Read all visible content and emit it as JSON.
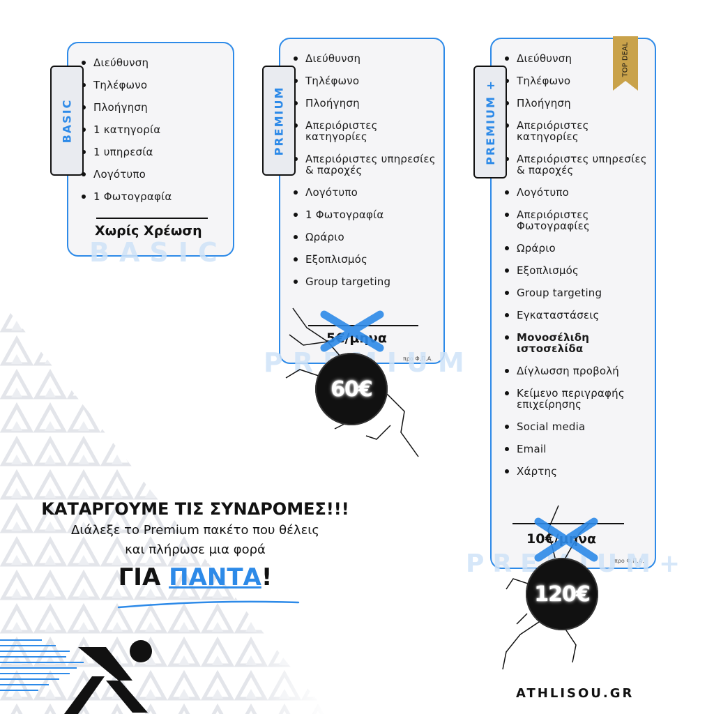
{
  "plans": [
    {
      "tag": "BASIC",
      "ghost": "BASIC",
      "features": [
        "Διεύθυνση",
        "Τηλέφωνο",
        "Πλοήγηση",
        "1 κατηγορία",
        "1 υπηρεσία",
        "Λογότυπο",
        "1 Φωτογραφία"
      ],
      "price": "Χωρίς Χρέωση"
    },
    {
      "tag": "PREMIUM",
      "ghost": "PREMIUM",
      "features": [
        "Διεύθυνση",
        "Τηλέφωνο",
        "Πλοήγηση",
        "Απεριόριστες κατηγορίες",
        "Απεριόριστες υπηρεσίες & παροχές",
        "Λογότυπο",
        "1 Φωτογραφία",
        "Ωράριο",
        "Εξοπλισμός",
        "Group targeting"
      ],
      "old_price": "5€/μηνα",
      "vat": "προ Φ.Π.Α.",
      "new_price": "60€"
    },
    {
      "tag": "PREMIUM +",
      "ghost": "PREMIUM+",
      "badge": "TOP DEAL",
      "features": [
        "Διεύθυνση",
        "Τηλέφωνο",
        "Πλοήγηση",
        "Απεριόριστες κατηγορίες",
        "Απεριόριστες υπηρεσίες & παροχές",
        "Λογότυπο",
        "Απεριόριστες Φωτογραφίες",
        "Ωράριο",
        "Εξοπλισμός",
        "Group targeting",
        "Εγκαταστάσεις",
        "Μονοσέλιδη ιστοσελίδα",
        "Δίγλωσση προβολή",
        "Κείμενο περιγραφής επιχείρησης",
        "Social media",
        "Email",
        "Χάρτης"
      ],
      "bold_feature": "Μονοσέλιδη ιστοσελίδα",
      "old_price": "10€/μηνα",
      "vat": "προ Φ.Π.Α.",
      "new_price": "120€"
    }
  ],
  "promo": {
    "headline": "ΚΑΤΑΡΓΟΥΜΕ ΤΙΣ ΣΥΝΔΡΟΜΕΣ!!!",
    "line1": "Διάλεξε το Premium πακέτο που θέλεις",
    "line2": "και πλήρωσε μια φορά",
    "forever_prefix": "ΓΙΑ ",
    "forever_word": "ΠΑΝΤΑ",
    "forever_suffix": "!"
  },
  "brand": "ATHLISOU.GR",
  "colors": {
    "accent": "#2d8ae8",
    "ghost": "#cfe3f8",
    "badge": "#c9a24a",
    "dark": "#111111"
  }
}
